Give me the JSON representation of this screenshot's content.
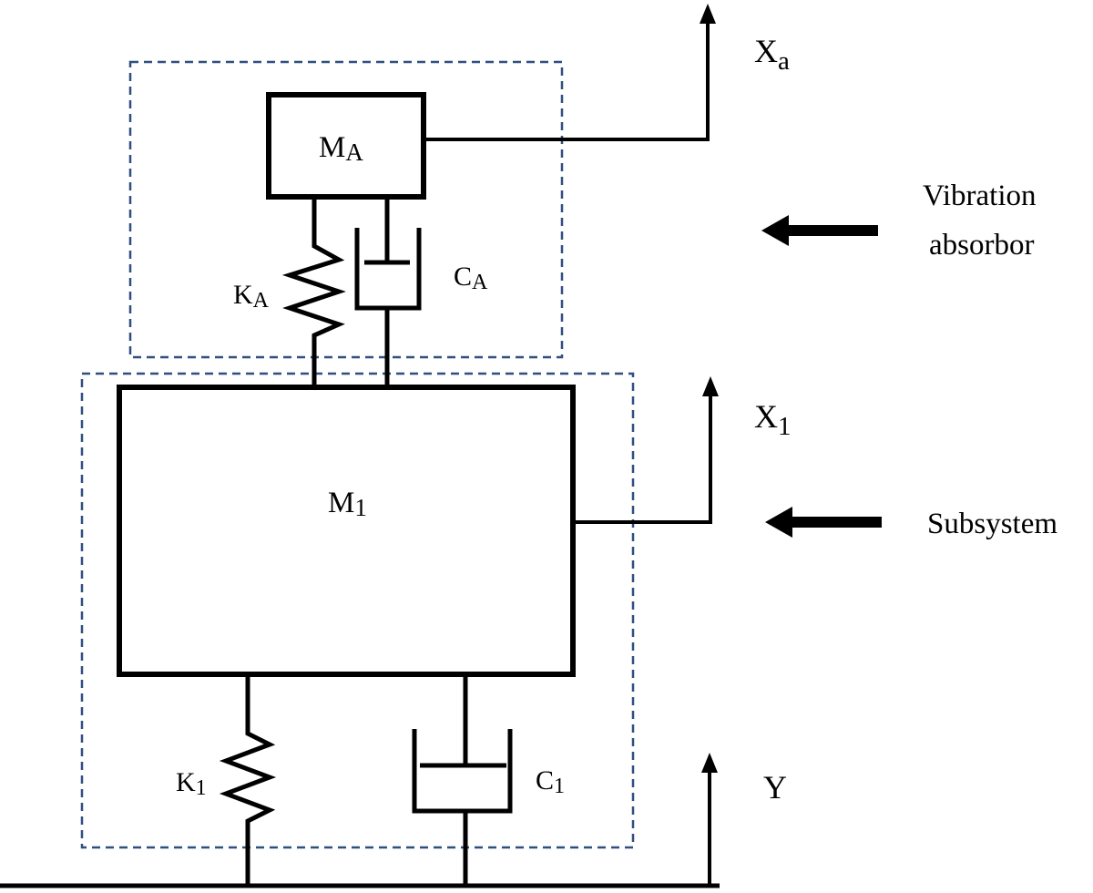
{
  "diagram": {
    "colors": {
      "line": "#000000",
      "dashed_box": "#2f4f7f",
      "background": "#ffffff"
    },
    "labels": {
      "mass_absorber": {
        "base": "M",
        "sub": "A"
      },
      "mass_subsystem": {
        "base": "M",
        "sub": "1"
      },
      "spring_absorber": {
        "base": "K",
        "sub": "A"
      },
      "damper_absorber": {
        "base": "C",
        "sub": "A"
      },
      "spring_subsystem": {
        "base": "K",
        "sub": "1"
      },
      "damper_subsystem": {
        "base": "C",
        "sub": "1"
      },
      "disp_absorber": {
        "base": "X",
        "sub": "a"
      },
      "disp_subsystem": {
        "base": "X",
        "sub": "1"
      },
      "disp_ground": "Y"
    },
    "annotations": {
      "absorber_line1": "Vibration",
      "absorber_line2": "absorbor",
      "subsystem": "Subsystem"
    }
  }
}
